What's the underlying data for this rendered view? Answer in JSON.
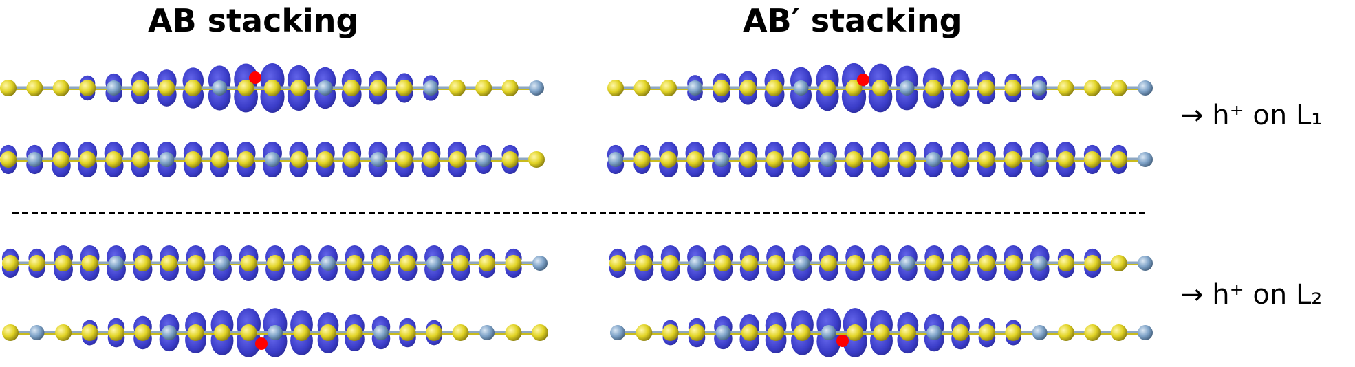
{
  "titles": {
    "ab": "AB stacking",
    "abp": "AB′ stacking"
  },
  "labels": {
    "l1": "→ h⁺ on L₁",
    "l2": "→ h⁺ on L₂"
  },
  "colors": {
    "sulfur_atom": "#e1d325",
    "metal_atom": "#7fa3c8",
    "bond": "#8ea7c2",
    "hole_density": "#3335cc",
    "hole_marker": "#ff0000",
    "divider": "#000000"
  },
  "panels": [
    {
      "name": "ab-upper",
      "hole_layer": 1
    },
    {
      "name": "abprime-upper",
      "hole_layer": 1
    },
    {
      "name": "ab-lower",
      "hole_layer": 2
    },
    {
      "name": "abprime-lower",
      "hole_layer": 2
    }
  ]
}
